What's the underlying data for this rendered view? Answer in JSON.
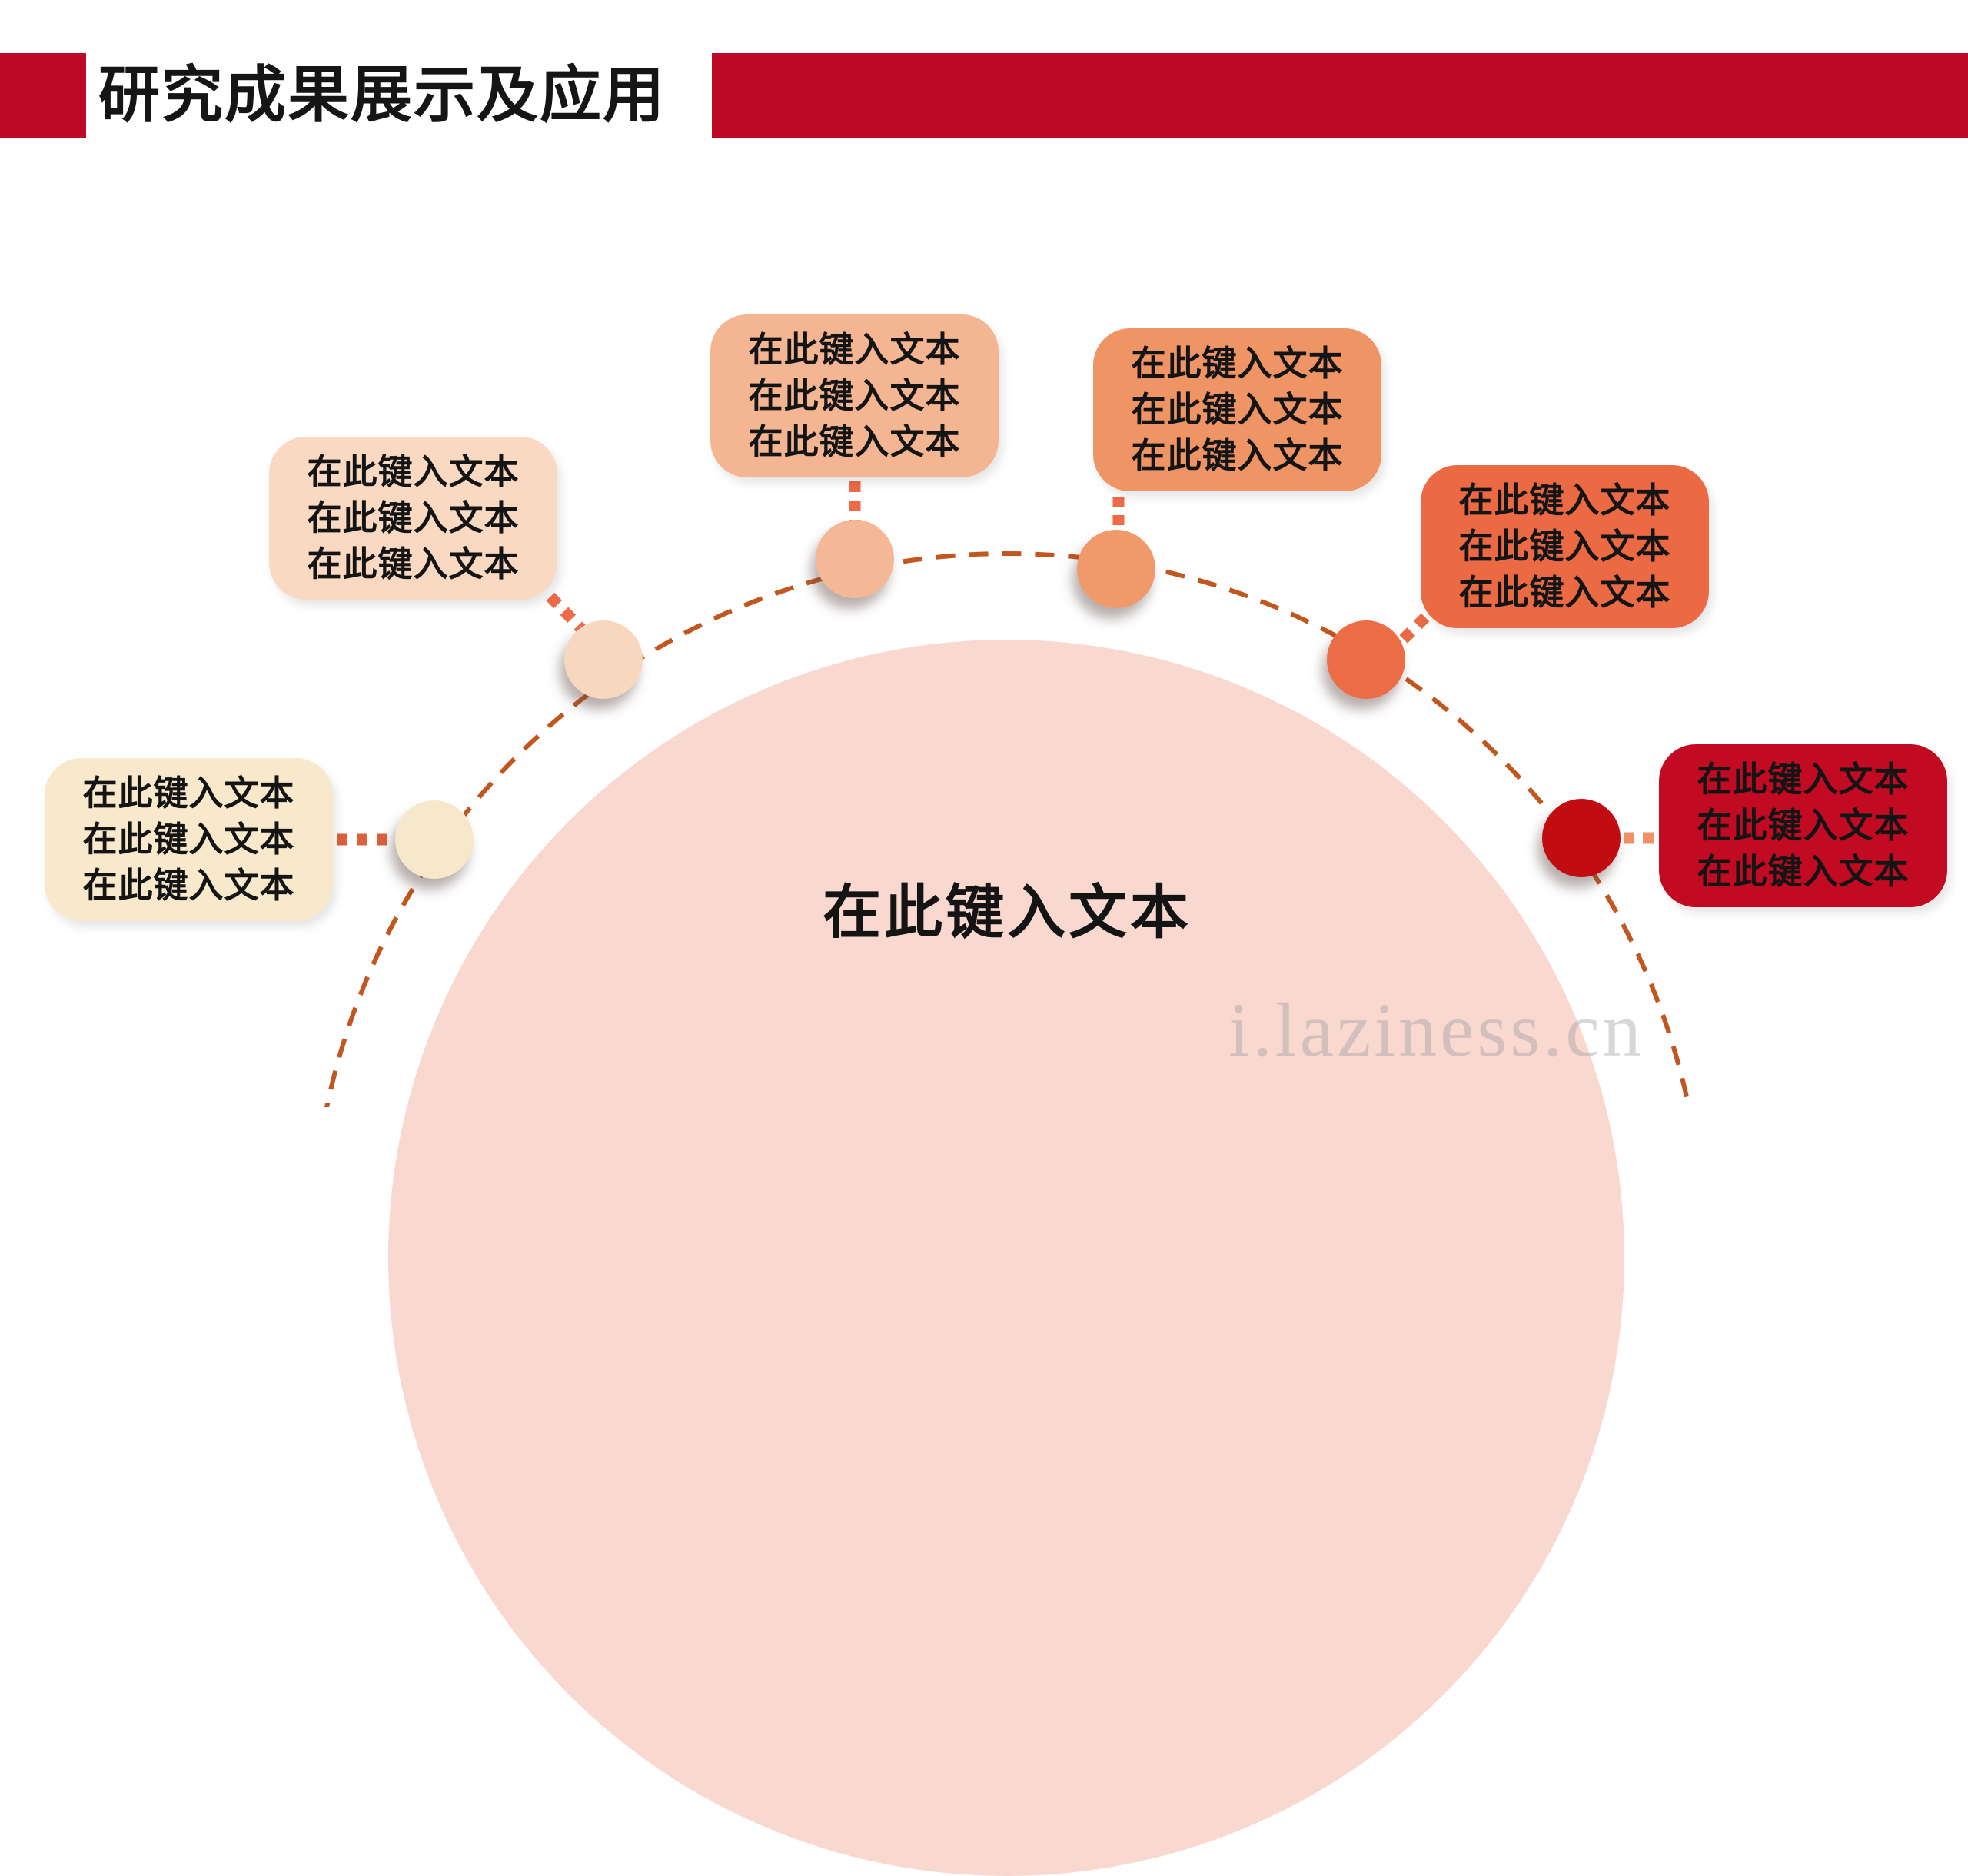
{
  "title": {
    "text": "研究成果展示及应用",
    "accent_color": "#BE0A26"
  },
  "center_circle": {
    "label": "在此键入文本",
    "color": "#F9D8D0"
  },
  "watermark": {
    "text": "i.laziness.cn"
  },
  "arc": {
    "color": "#C2561F"
  },
  "callouts": [
    {
      "lines": [
        "在此键入文本",
        "在此键入文本",
        "在此键入文本"
      ],
      "bg": "#F8E9CD",
      "text_color": "#141414"
    },
    {
      "lines": [
        "在此键入文本",
        "在此键入文本",
        "在此键入文本"
      ],
      "bg": "#F9D9C1",
      "text_color": "#141414"
    },
    {
      "lines": [
        "在此键入文本",
        "在此键入文本",
        "在此键入文本"
      ],
      "bg": "#F4B593",
      "text_color": "#141414"
    },
    {
      "lines": [
        "在此键入文本",
        "在此键入文本",
        "在此键入文本"
      ],
      "bg": "#EF9565",
      "text_color": "#141414"
    },
    {
      "lines": [
        "在此键入文本",
        "在此键入文本",
        "在此键入文本"
      ],
      "bg": "#EB6A44",
      "text_color": "#141414"
    },
    {
      "lines": [
        "在此键入文本",
        "在此键入文本",
        "在此键入文本"
      ],
      "bg": "#C20B22",
      "text_color": "#141414"
    }
  ],
  "dots": [
    {
      "color": "#F8E8CB"
    },
    {
      "color": "#F8D7BF"
    },
    {
      "color": "#F4B896"
    },
    {
      "color": "#F09A6C"
    },
    {
      "color": "#EC6C46"
    },
    {
      "color": "#C10D11"
    }
  ],
  "connectors": [
    {
      "color": "#DE5F3C"
    },
    {
      "color": "#EE6A48"
    },
    {
      "color": "#EE6A48"
    },
    {
      "color": "#EE6A48"
    },
    {
      "color": "#E96B44"
    },
    {
      "color": "#F29169"
    }
  ]
}
